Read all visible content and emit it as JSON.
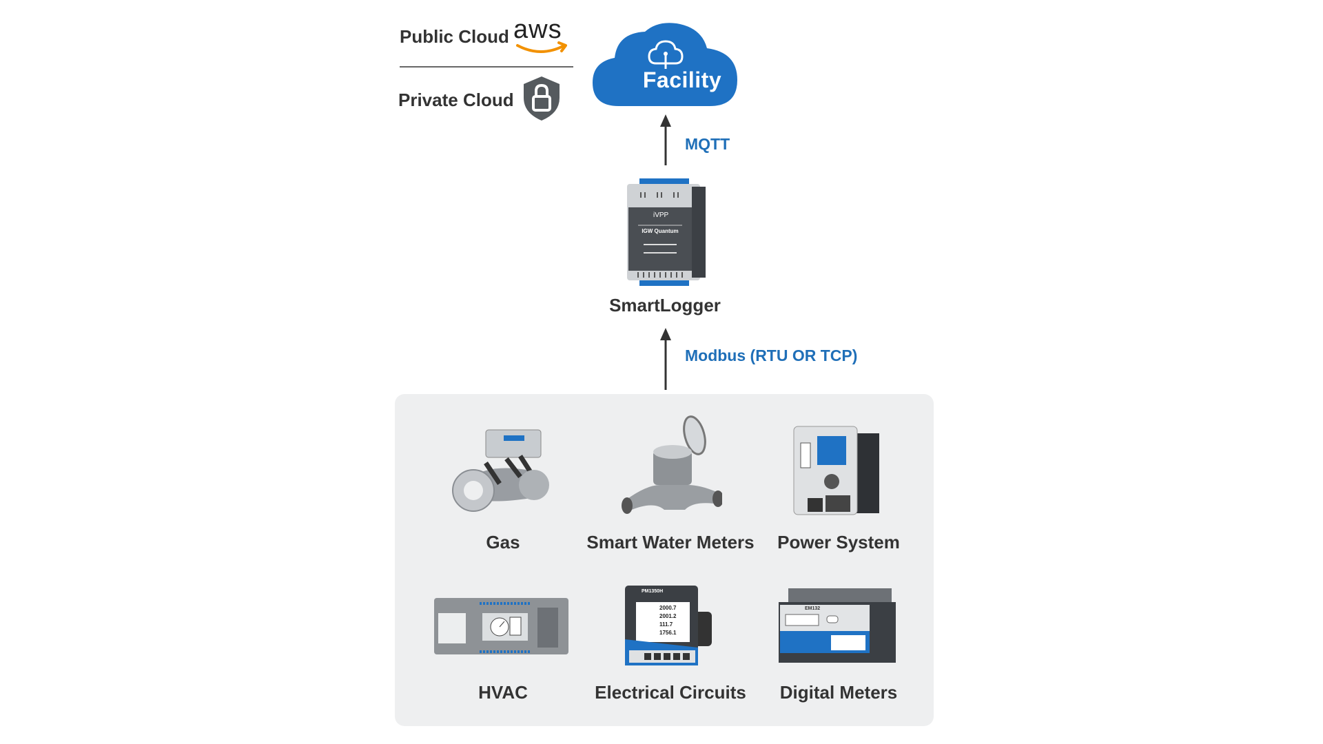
{
  "cloud": {
    "public_label": "Public Cloud",
    "aws_text": "aws",
    "private_label": "Private Cloud",
    "facility_label": "Facility"
  },
  "links": {
    "mqtt": "MQTT",
    "modbus": "Modbus (RTU OR TCP)"
  },
  "logger": {
    "label": "SmartLogger",
    "brand": "iVPP",
    "model": "IGW Quantum"
  },
  "devices": [
    {
      "label": "Gas",
      "icon": "gas-flow-meter-icon"
    },
    {
      "label": "Smart Water Meters",
      "icon": "water-meter-icon"
    },
    {
      "label": "Power System",
      "icon": "power-relay-icon"
    },
    {
      "label": "HVAC",
      "icon": "hvac-controller-icon"
    },
    {
      "label": "Electrical Circuits",
      "icon": "power-meter-icon"
    },
    {
      "label": "Digital Meters",
      "icon": "digital-meter-icon"
    }
  ],
  "meter_display": {
    "model": "PM1350H",
    "readings": [
      "2000.7",
      "2001.2",
      "111.7",
      "1756.1"
    ]
  },
  "digital_meter_model": "EM132",
  "colors": {
    "accent_blue": "#1f6fb8",
    "cloud_blue": "#1f72c4",
    "dark_text": "#333333",
    "panel_bg": "#eeeff0",
    "aws_orange": "#f29100"
  }
}
